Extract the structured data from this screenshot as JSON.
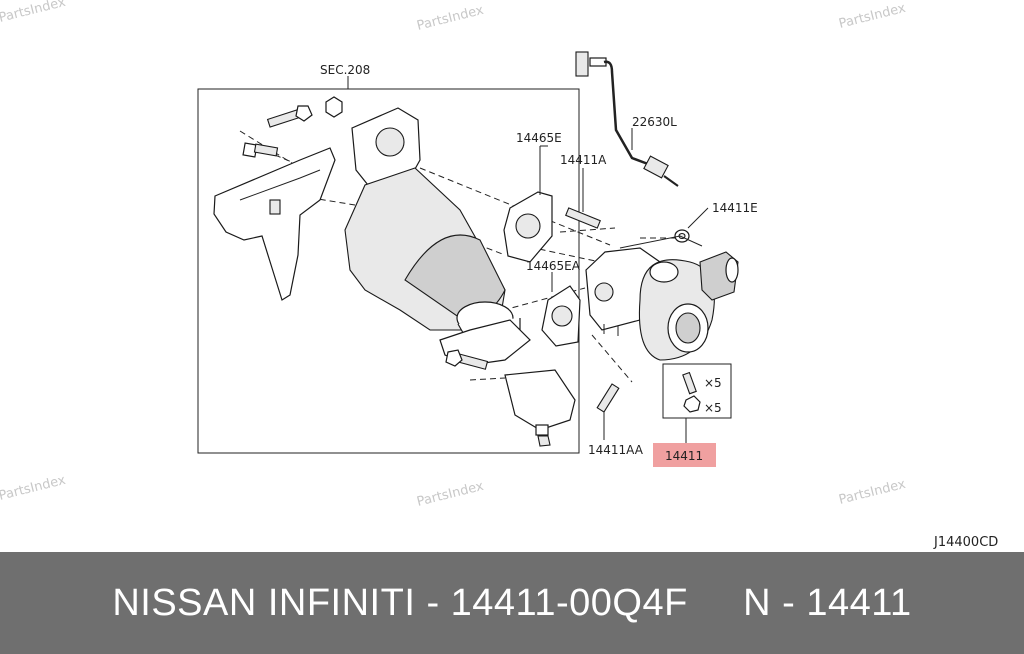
{
  "watermark": "PartsIndex",
  "diagram_code": "J14400CD",
  "labels": {
    "sec": "SEC.208",
    "p14465E": "14465E",
    "p22630L": "22630L",
    "p14411A": "14411A",
    "p14411E": "14411E",
    "p14465EA": "14465EA",
    "p14411AA": "14411AA",
    "p14411": "14411",
    "qty_stud": "×5",
    "qty_nut": "×5"
  },
  "colors": {
    "highlight": "#f0a0a0",
    "footer_bg": "#6f6f6f",
    "footer_text": "#ffffff"
  },
  "footer": {
    "title": "NISSAN INFINITI - 14411-00Q4F     N - 14411"
  }
}
